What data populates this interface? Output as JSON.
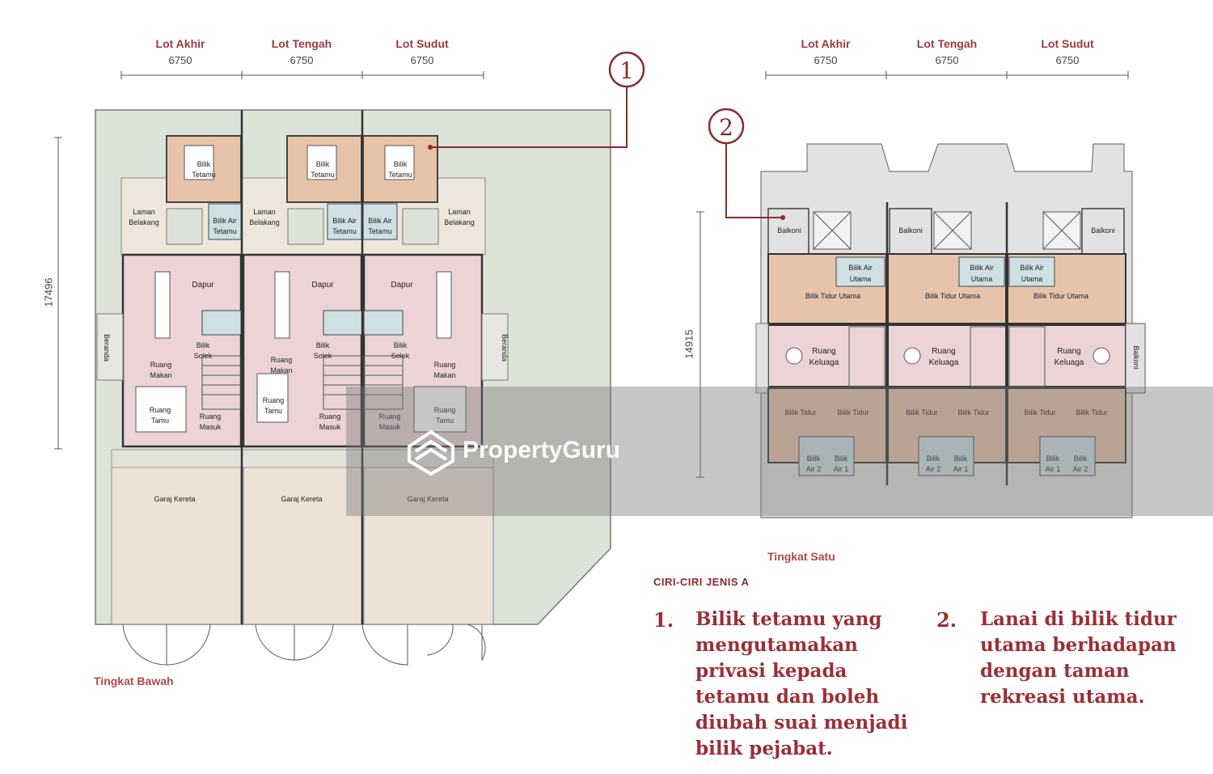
{
  "ground_floor": {
    "lots": [
      {
        "name": "Lot Akhir",
        "width": "6750"
      },
      {
        "name": "Lot Tengah",
        "width": "6750"
      },
      {
        "name": "Lot Sudut",
        "width": "6750"
      }
    ],
    "depth": "17496",
    "caption": "Tingkat Bawah",
    "rooms": {
      "bilik_tetamu_1": "Bilik",
      "bilik_tetamu_2": "Tetamu",
      "laman_1": "Laman",
      "laman_2": "Belakang",
      "bilik_air_1": "Bilik Air",
      "bilik_air_2": "Tetamu",
      "dapur": "Dapur",
      "bilik_solek_1": "Bilik",
      "bilik_solek_2": "Solek",
      "ruang_makan_1": "Ruang",
      "ruang_makan_2": "Makan",
      "ruang_tamu_1": "Ruang",
      "ruang_tamu_2": "Tamu",
      "ruang_masuk_1": "Ruang",
      "ruang_masuk_2": "Masuk",
      "beranda": "Beranda",
      "garaj": "Garaj Kereta"
    }
  },
  "first_floor": {
    "lots": [
      {
        "name": "Lot Akhir",
        "width": "6750"
      },
      {
        "name": "Lot Tengah",
        "width": "6750"
      },
      {
        "name": "Lot Sudut",
        "width": "6750"
      }
    ],
    "depth": "14915",
    "caption": "Tingkat Satu",
    "rooms": {
      "balkoni": "Balkoni",
      "bilik_air_utama_1": "Bilik Air",
      "bilik_air_utama_2": "Utama",
      "bilik_tidur_utama": "Bilik Tidur Utama",
      "ruang_keluarga_1": "Ruang",
      "ruang_keluarga_2": "Keluaga",
      "bilik_tidur": "Bilik Tidur",
      "bilik_air_a": "Bilik",
      "air_1": "Air 1",
      "air_2": "Air 2"
    }
  },
  "callouts": {
    "one": "1",
    "two": "2"
  },
  "features": {
    "title": "CIRI-CIRI JENIS A",
    "items": [
      {
        "num": "1.",
        "lines": [
          "Bilik tetamu yang",
          "mengutamakan",
          "privasi kepada",
          "tetamu dan boleh",
          "diubah suai menjadi",
          "bilik pejabat."
        ]
      },
      {
        "num": "2.",
        "lines": [
          "Lanai di bilik tidur",
          "utama berhadapan",
          "dengan taman",
          "rekreasi utama."
        ]
      }
    ]
  },
  "watermark": "PropertyGuru",
  "colors": {
    "accent": "#9b2f35",
    "garden": "#dde3d8",
    "bedroom": "#e7c3aa",
    "living": "#ecd3d6",
    "bath": "#cfe0e4",
    "garage": "#eee1d6",
    "roof": "#e2e2e2"
  }
}
